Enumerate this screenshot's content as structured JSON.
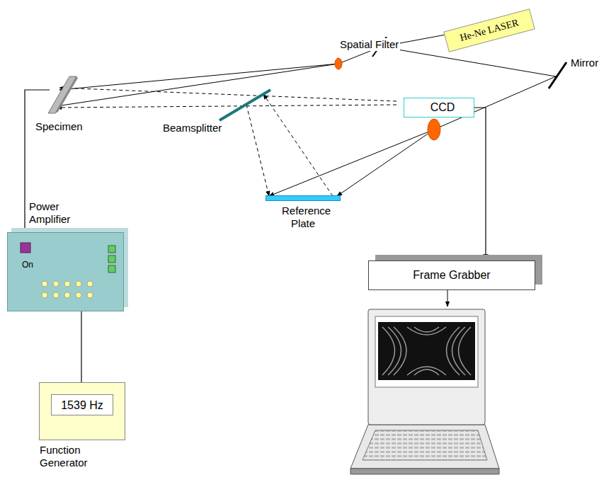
{
  "diagram": {
    "nodes": [
      {
        "text": [
          "He-Ne LASER"
        ]
      },
      {
        "text": [
          "CCD"
        ]
      },
      {
        "text": [
          "Specimen"
        ]
      },
      {
        "text": [
          "Reference Plate"
        ]
      },
      {
        "text": [
          "Power Amplifier",
          "On"
        ]
      },
      {
        "text": [
          "1539 Hz",
          "Function Generator"
        ]
      },
      {
        "text": [
          "Frame Grabber"
        ]
      }
    ],
    "edges": [
      {
        "from": 4,
        "to": 2,
        "arrow": "none"
      },
      {
        "from": 5,
        "to": 4,
        "arrow": "none"
      },
      {
        "from": 1,
        "to": 6,
        "arrow": "to"
      }
    ],
    "labels": [
      "Spatial Filter",
      "Beamsplitter",
      "Mirror"
    ]
  }
}
